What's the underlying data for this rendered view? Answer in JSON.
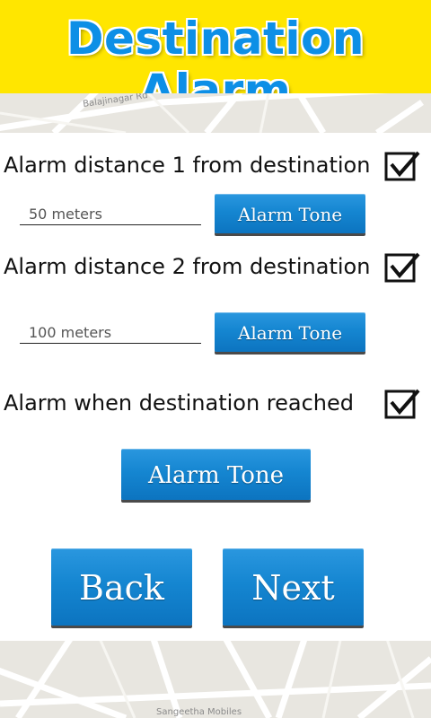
{
  "header": {
    "title": "Destination Alarm"
  },
  "map": {
    "top_street": "Balajinagar Rd",
    "bottom_place": "Sangeetha Mobiles"
  },
  "alarms": [
    {
      "label": "Alarm distance 1 from destination",
      "checked": true,
      "distance_value": "50 meters",
      "tone_button": "Alarm Tone"
    },
    {
      "label": "Alarm distance 2 from destination",
      "checked": true,
      "distance_value": "100 meters",
      "tone_button": "Alarm Tone"
    },
    {
      "label": "Alarm when destination reached",
      "checked": true,
      "tone_button": "Alarm Tone"
    }
  ],
  "nav": {
    "back_label": "Back",
    "next_label": "Next"
  },
  "colors": {
    "header_bg": "#ffe600",
    "title_color": "#0d8fe6",
    "button_blue": "#1586d1"
  }
}
